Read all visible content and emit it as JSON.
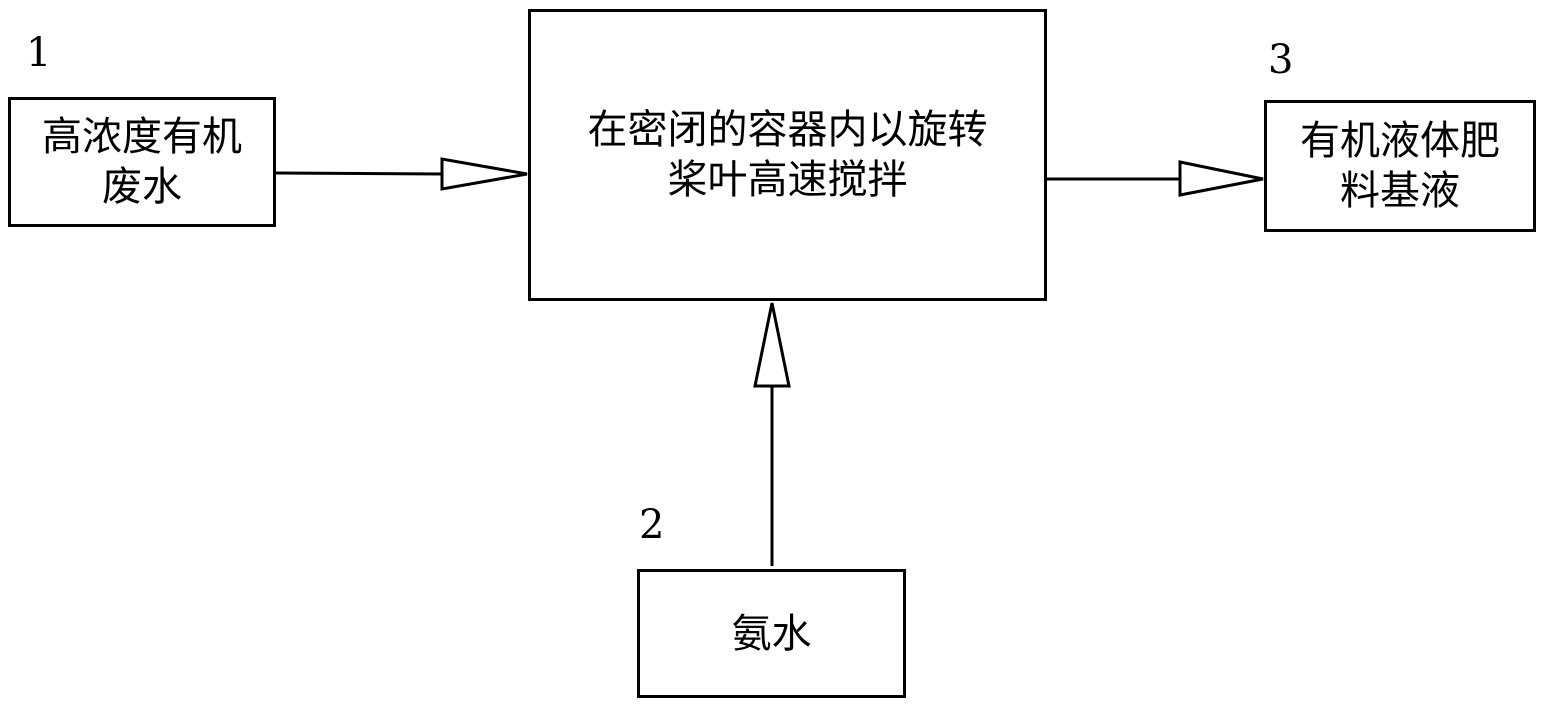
{
  "diagram": {
    "nodes": {
      "input": {
        "number": "1",
        "text": "高浓度有机废水"
      },
      "process": {
        "text": "在密闭的容器内以旋转桨叶高速搅拌"
      },
      "output": {
        "number": "3",
        "text": "有机液体肥料基液"
      },
      "reagent": {
        "number": "2",
        "text": "氨水"
      }
    },
    "edges": [
      {
        "from": "input",
        "to": "process"
      },
      {
        "from": "process",
        "to": "output"
      },
      {
        "from": "reagent",
        "to": "process"
      }
    ],
    "colors": {
      "stroke": "#000000",
      "background": "#ffffff"
    }
  }
}
